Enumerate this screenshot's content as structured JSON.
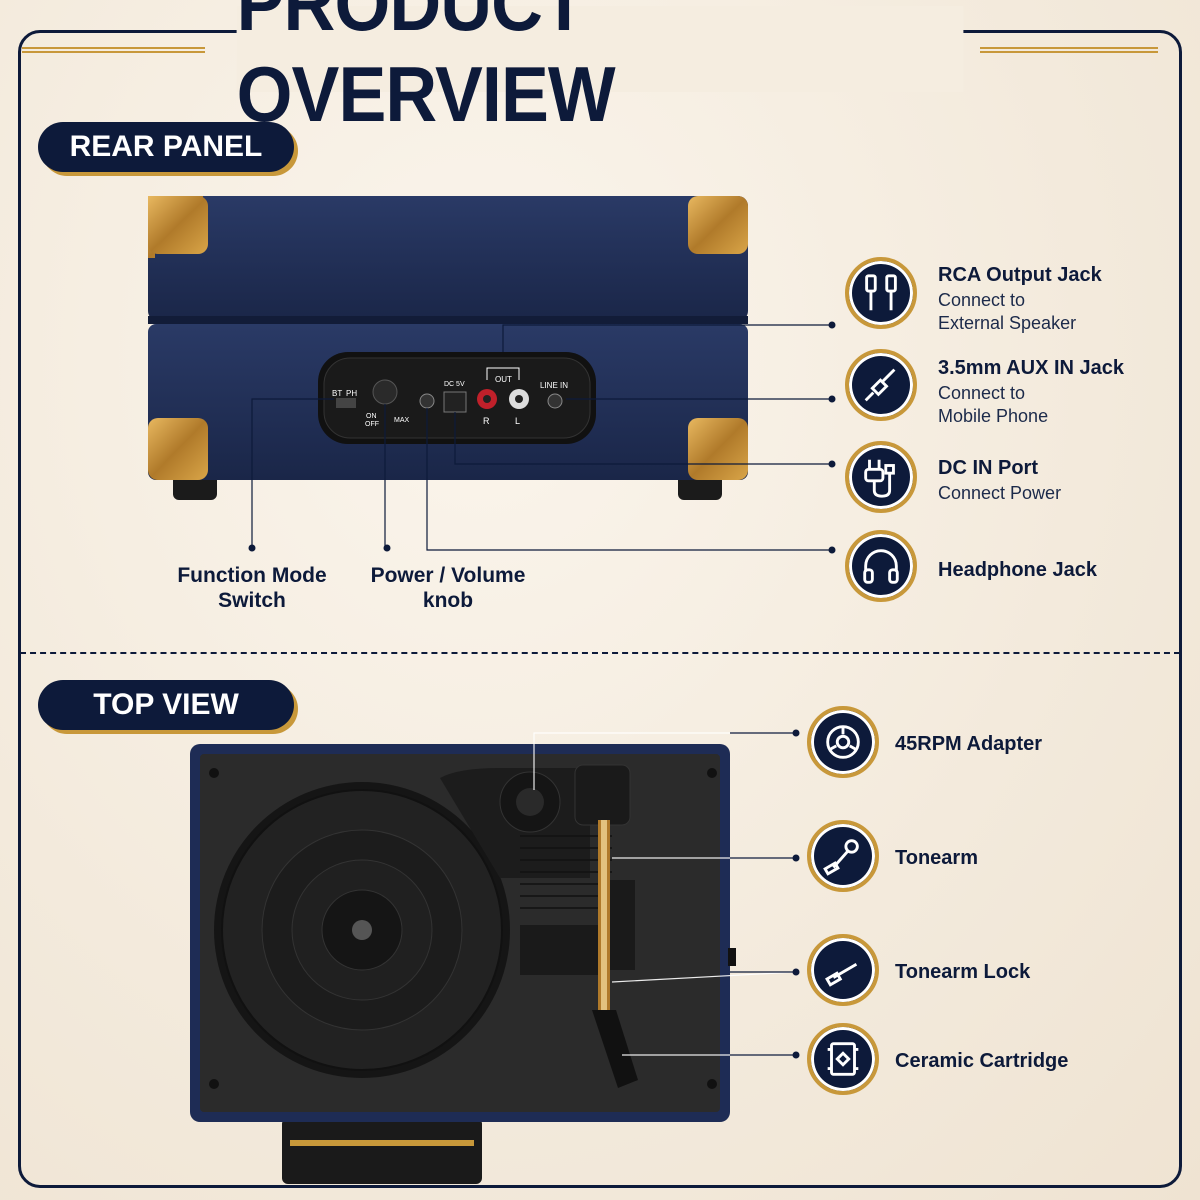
{
  "title": "PRODUCT OVERVIEW",
  "sections": {
    "rear": "REAR PANEL",
    "top": "TOP VIEW"
  },
  "panel_labels": {
    "bt": "BT",
    "ph": "PH",
    "on": "ON",
    "off": "OFF",
    "max": "MAX",
    "dc": "DC 5V",
    "out": "OUT",
    "r": "R",
    "l": "L",
    "line_in": "LINE IN"
  },
  "rear_callouts": [
    {
      "title": "RCA Output Jack",
      "sub1": "Connect to",
      "sub2": "External Speaker",
      "icon": "rca-plug-icon"
    },
    {
      "title": "3.5mm AUX IN Jack",
      "sub1": "Connect to",
      "sub2": "Mobile Phone",
      "icon": "aux-cable-icon"
    },
    {
      "title": "DC IN Port",
      "sub1": "Connect Power",
      "sub2": "",
      "icon": "power-plug-icon"
    },
    {
      "title": "Headphone Jack",
      "sub1": "",
      "sub2": "",
      "icon": "headphones-icon"
    }
  ],
  "bottom_labels": {
    "function_1": "Function Mode",
    "function_2": "Switch",
    "power_1": "Power / Volume",
    "power_2": "knob"
  },
  "top_callouts": [
    {
      "title": "45RPM Adapter",
      "icon": "adapter-icon"
    },
    {
      "title": "Tonearm",
      "icon": "tonearm-icon"
    },
    {
      "title": "Tonearm Lock",
      "icon": "tonearm-lock-icon"
    },
    {
      "title": "Ceramic Cartridge",
      "icon": "cartridge-icon"
    }
  ],
  "colors": {
    "navy": "#0d1a3a",
    "gold": "#c8983a",
    "background": "#f5ede0"
  }
}
